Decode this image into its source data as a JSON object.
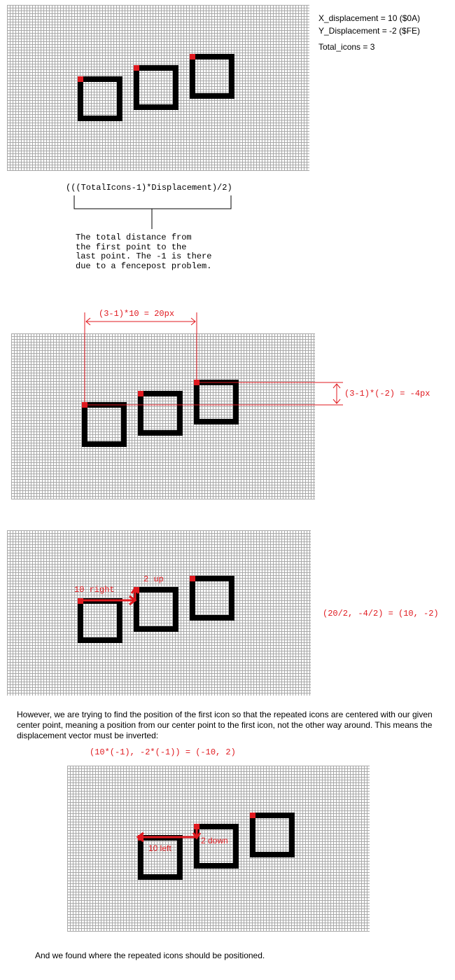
{
  "info": {
    "x_displacement": "X_displacement = 10 ($0A)",
    "y_displacement": "Y_Displacement = -2 ($FE)",
    "total_icons": "Total_icons = 3"
  },
  "formula": {
    "expression": "(((TotalIcons-1)*Displacement)/2)",
    "explanation": [
      "The total distance from",
      "the first point to the",
      "last point. The -1 is there",
      "due to a fencepost problem."
    ]
  },
  "distance": {
    "x_label": "(3-1)*10 = 20px",
    "y_label": "(3-1)*(-2) = -4px"
  },
  "halving": {
    "right_label": "10 right",
    "up_label": "2 up",
    "result": "(20/2, -4/2) = (10, -2)"
  },
  "inversion": {
    "paragraph": "However, we are trying to find the position of the first icon so that the repeated icons are centered with our given center point, meaning a position from our center point to the first icon, not the other way around. This means the displacement vector must be inverted:",
    "formula": "(10*(-1), -2*(-1)) = (-10, 2)",
    "left_label": "10 left",
    "down_label": "2 down"
  },
  "conclusion": "And we found where the repeated icons should be positioned.",
  "colors": {
    "accent": "#e0191f",
    "grid": "#a8a8a8",
    "icon": "#000000"
  }
}
